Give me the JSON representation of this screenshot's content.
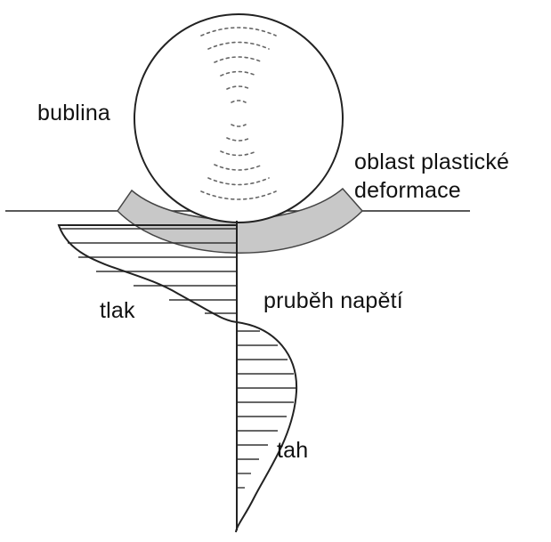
{
  "labels": {
    "bubble": "bublina",
    "plastic_zone_line1": "oblast plastické",
    "plastic_zone_line2": "deformace",
    "stress_profile": "pruběh napětí",
    "compression": "tlak",
    "tension": "tah"
  },
  "colors": {
    "stroke": "#222222",
    "plastic_zone_fill": "#c8c8c8",
    "hatch": "#333333",
    "bubble_dashes": "#666666",
    "text": "#111111"
  }
}
